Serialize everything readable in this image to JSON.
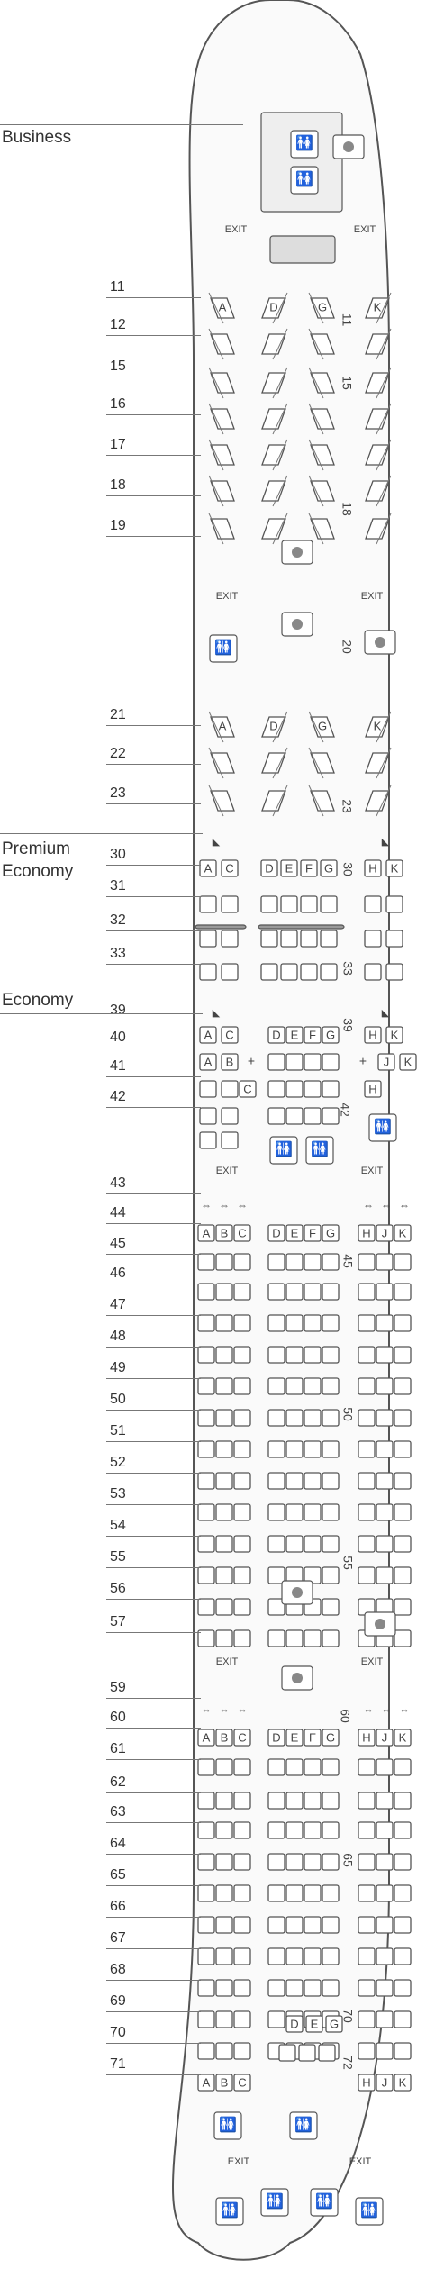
{
  "cabin_sections": {
    "business": "Business",
    "premium_line1": "Premium",
    "premium_line2": "Economy",
    "economy": "Economy"
  },
  "exit_label": "EXIT",
  "row_labels": [
    "11",
    "12",
    "15",
    "16",
    "17",
    "18",
    "19",
    "21",
    "22",
    "23",
    "30",
    "31",
    "32",
    "33",
    "39",
    "40",
    "41",
    "42",
    "43",
    "44",
    "45",
    "46",
    "47",
    "48",
    "49",
    "50",
    "51",
    "52",
    "53",
    "54",
    "55",
    "56",
    "57",
    "59",
    "60",
    "61",
    "62",
    "63",
    "64",
    "65",
    "66",
    "67",
    "68",
    "69",
    "70",
    "71"
  ],
  "in_plane_row_markers": [
    "11",
    "15",
    "18",
    "20",
    "23",
    "30",
    "33",
    "39",
    "42",
    "45",
    "50",
    "55",
    "60",
    "65",
    "70",
    "72"
  ],
  "seat_letters": {
    "business_left": "A",
    "business_center_left": "D",
    "business_center_right": "G",
    "business_right": "K",
    "premium_left": [
      "A",
      "C"
    ],
    "premium_center": [
      "D",
      "E",
      "F",
      "G"
    ],
    "premium_right": [
      "H",
      "K"
    ],
    "economy_left": [
      "A",
      "B",
      "C"
    ],
    "economy_center": [
      "D",
      "E",
      "F",
      "G"
    ],
    "economy_right": [
      "H",
      "J",
      "K"
    ],
    "rear_center": [
      "D",
      "E",
      "G"
    ]
  },
  "icons": [
    "lavatory-icon",
    "galley-icon",
    "bassinet-icon",
    "plus-icon",
    "lavatory-accessible-icon"
  ]
}
